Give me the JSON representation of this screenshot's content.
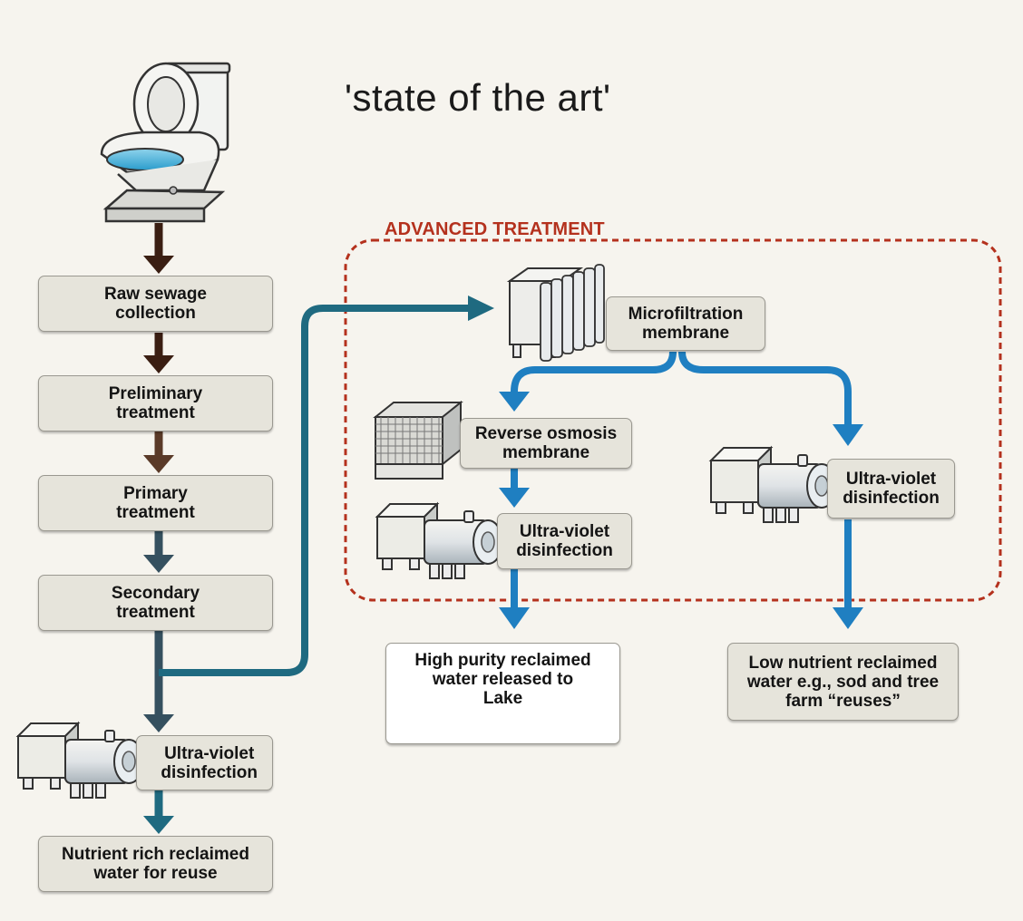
{
  "title": "'state of the art'",
  "advanced_treatment_label": "ADVANCED TREATMENT",
  "steps": {
    "raw_sewage": "Raw sewage\ncollection",
    "preliminary": "Preliminary\ntreatment",
    "primary": "Primary\ntreatment",
    "secondary": "Secondary\ntreatment",
    "uv_left": "Ultra-violet\ndisinfection",
    "nutrient_rich": "Nutrient rich reclaimed\nwater for reuse",
    "microfiltration": "Microfiltration\nmembrane",
    "reverse_osmosis": "Reverse osmosis\nmembrane",
    "uv_middle": "Ultra-violet\ndisinfection",
    "high_purity": "High purity reclaimed\nwater released to\nLake",
    "uv_right": "Ultra-violet\ndisinfection",
    "low_nutrient": "Low nutrient reclaimed\nwater e.g., sod and tree\nfarm “reuses”"
  },
  "colors": {
    "arrow_dark_brown": "#3a1e12",
    "arrow_brown": "#5a3a28",
    "arrow_steel": "#35505f",
    "arrow_teal": "#1f6a80",
    "arrow_blue": "#1f7fc1",
    "dashed_border": "#b4311d",
    "box_fill": "#e6e4db"
  },
  "icons": [
    "toilet-icon",
    "microfiltration-module-icon",
    "reverse-osmosis-module-icon",
    "uv-unit-icon"
  ]
}
